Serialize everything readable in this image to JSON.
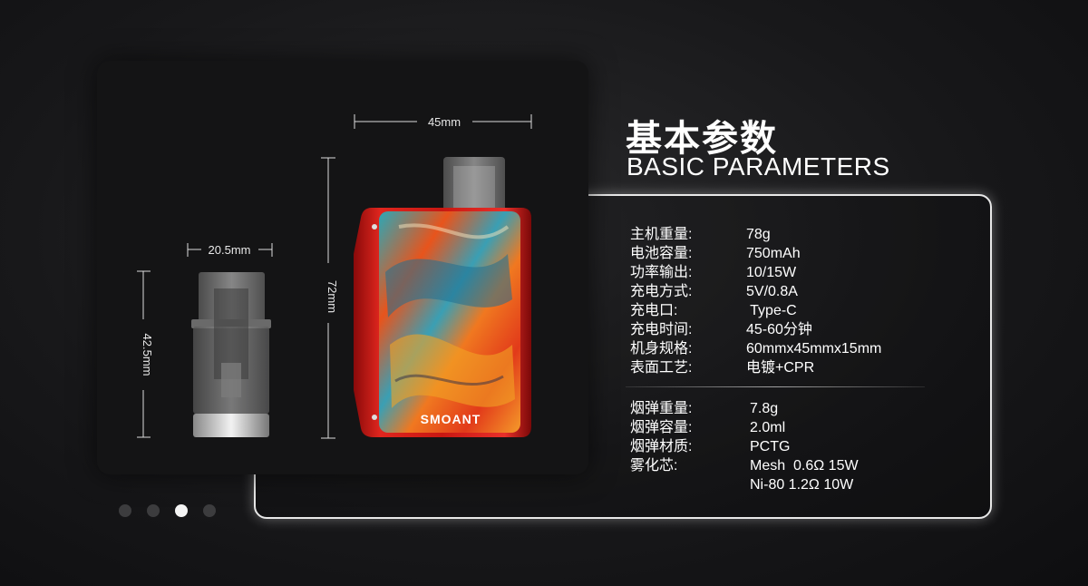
{
  "heading": {
    "cn": "基本参数",
    "en": "BASIC PARAMETERS"
  },
  "dimensions": {
    "device_width": "45mm",
    "device_height": "72mm",
    "pod_width": "20.5mm",
    "pod_height": "42.5mm"
  },
  "brand": "SMOANT",
  "device_specs": [
    {
      "label": "主机重量:",
      "value": "78g"
    },
    {
      "label": "电池容量:",
      "value": "750mAh"
    },
    {
      "label": "功率输出:",
      "value": "10/15W"
    },
    {
      "label": "充电方式:",
      "value": "5V/0.8A"
    },
    {
      "label": "充电口:",
      "value": " Type-C"
    },
    {
      "label": "充电时间:",
      "value": "45-60分钟"
    },
    {
      "label": "机身规格:",
      "value": "60mmx45mmx15mm"
    },
    {
      "label": "表面工艺:",
      "value": "电镀+CPR"
    }
  ],
  "pod_specs": [
    {
      "label": "烟弹重量:",
      "value": "7.8g"
    },
    {
      "label": "烟弹容量:",
      "value": "2.0ml"
    },
    {
      "label": "烟弹材质:",
      "value": "PCTG"
    },
    {
      "label": "雾化芯:",
      "value": "Mesh  0.6Ω 15W"
    },
    {
      "label": "",
      "value": "Ni-80 1.2Ω 10W"
    }
  ],
  "carousel": {
    "count": 4,
    "active_index": 2
  }
}
